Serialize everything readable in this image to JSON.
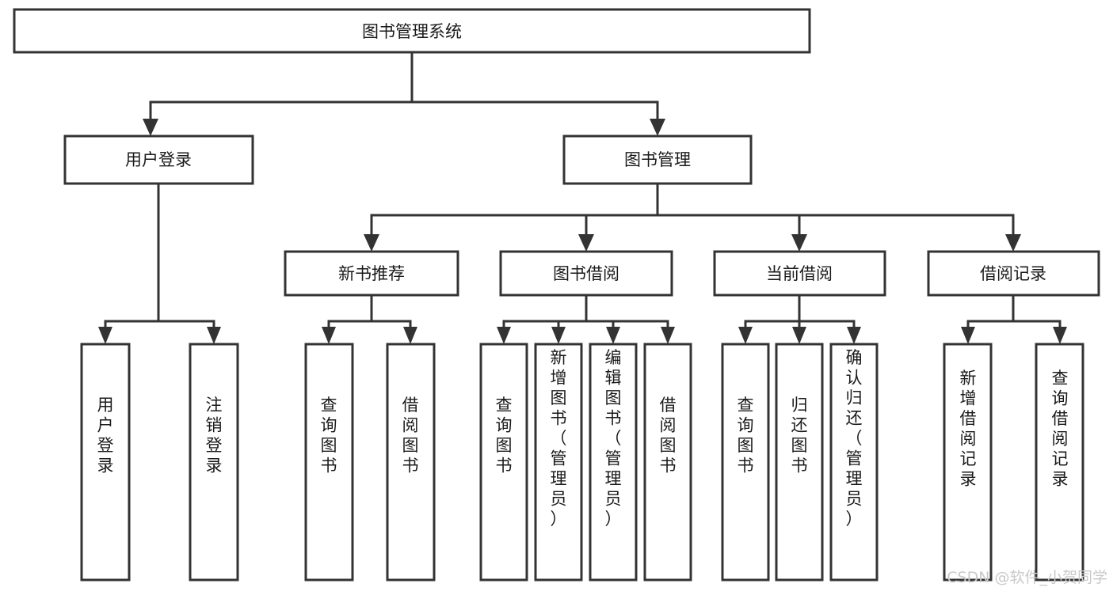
{
  "diagram": {
    "type": "tree-hierarchy-chart",
    "title": "图书管理系统",
    "background_color": "#ffffff",
    "box_stroke_color": "#333333",
    "box_fill_color": "#ffffff",
    "text_color": "#1a1a1a",
    "watermark": "CSDN @软件_小贺同学",
    "watermark_color": "#c9c9c9"
  },
  "nodes": {
    "root": {
      "label": "图书管理系统",
      "level": 0,
      "orientation": "horizontal"
    },
    "l1": [
      {
        "id": "user-login",
        "label": "用户登录",
        "orientation": "horizontal"
      },
      {
        "id": "book-management",
        "label": "图书管理",
        "orientation": "horizontal"
      }
    ],
    "l2": [
      {
        "id": "new-book-recommend",
        "label": "新书推荐",
        "orientation": "horizontal"
      },
      {
        "id": "book-borrow",
        "label": "图书借阅",
        "orientation": "horizontal"
      },
      {
        "id": "current-borrow",
        "label": "当前借阅",
        "orientation": "horizontal"
      },
      {
        "id": "borrow-record",
        "label": "借阅记录",
        "orientation": "horizontal"
      }
    ],
    "leaves": [
      {
        "id": "leaf-user-login",
        "label": "用户登录",
        "parent": "user-login",
        "orientation": "vertical"
      },
      {
        "id": "leaf-user-logout",
        "label": "注销登录",
        "parent": "user-login",
        "orientation": "vertical"
      },
      {
        "id": "leaf-query-book-1",
        "label": "查询图书",
        "parent": "new-book-recommend",
        "orientation": "vertical"
      },
      {
        "id": "leaf-borrow-book-1",
        "label": "借阅图书",
        "parent": "new-book-recommend",
        "orientation": "vertical"
      },
      {
        "id": "leaf-query-book-2",
        "label": "查询图书",
        "parent": "book-borrow",
        "orientation": "vertical"
      },
      {
        "id": "leaf-add-book",
        "label": "新增图书（管理员）",
        "parent": "book-borrow",
        "orientation": "vertical"
      },
      {
        "id": "leaf-edit-book",
        "label": "编辑图书（管理员）",
        "parent": "book-borrow",
        "orientation": "vertical"
      },
      {
        "id": "leaf-borrow-book-2",
        "label": "借阅图书",
        "parent": "book-borrow",
        "orientation": "vertical"
      },
      {
        "id": "leaf-query-book-3",
        "label": "查询图书",
        "parent": "current-borrow",
        "orientation": "vertical"
      },
      {
        "id": "leaf-return-book",
        "label": "归还图书",
        "parent": "current-borrow",
        "orientation": "vertical"
      },
      {
        "id": "leaf-confirm-return",
        "label": "确认归还（管理员）",
        "parent": "current-borrow",
        "orientation": "vertical"
      },
      {
        "id": "leaf-add-record",
        "label": "新增借阅记录",
        "parent": "borrow-record",
        "orientation": "vertical"
      },
      {
        "id": "leaf-query-record",
        "label": "查询借阅记录",
        "parent": "borrow-record",
        "orientation": "vertical"
      }
    ]
  }
}
